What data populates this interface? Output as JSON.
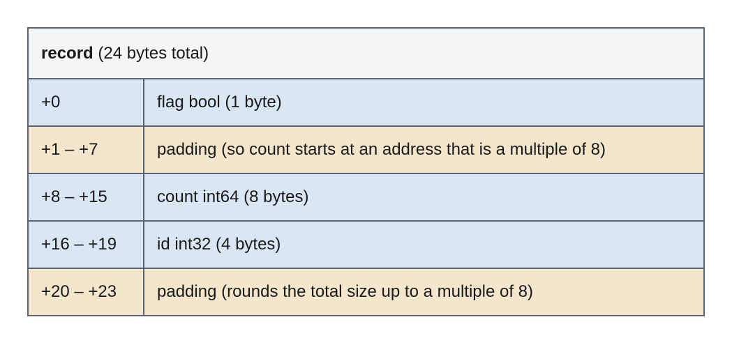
{
  "header": {
    "name": "record",
    "size_note": "(24 bytes total)"
  },
  "rows": [
    {
      "kind": "field",
      "offset": "+0",
      "description": "flag bool (1 byte)"
    },
    {
      "kind": "padding",
      "offset": "+1 – +7",
      "description": "padding (so count starts at an address that is a multiple of 8)"
    },
    {
      "kind": "field",
      "offset": "+8 – +15",
      "description": "count int64 (8 bytes)"
    },
    {
      "kind": "field",
      "offset": "+16 – +19",
      "description": "id int32 (4 bytes)"
    },
    {
      "kind": "padding",
      "offset": "+20 – +23",
      "description": "padding (rounds the total size up to a multiple of 8)"
    }
  ],
  "colors": {
    "header_bg": "#f4f5f7",
    "field_bg": "#dae6f3",
    "padding_bg": "#f3e6cd",
    "border": "#5b6475"
  }
}
